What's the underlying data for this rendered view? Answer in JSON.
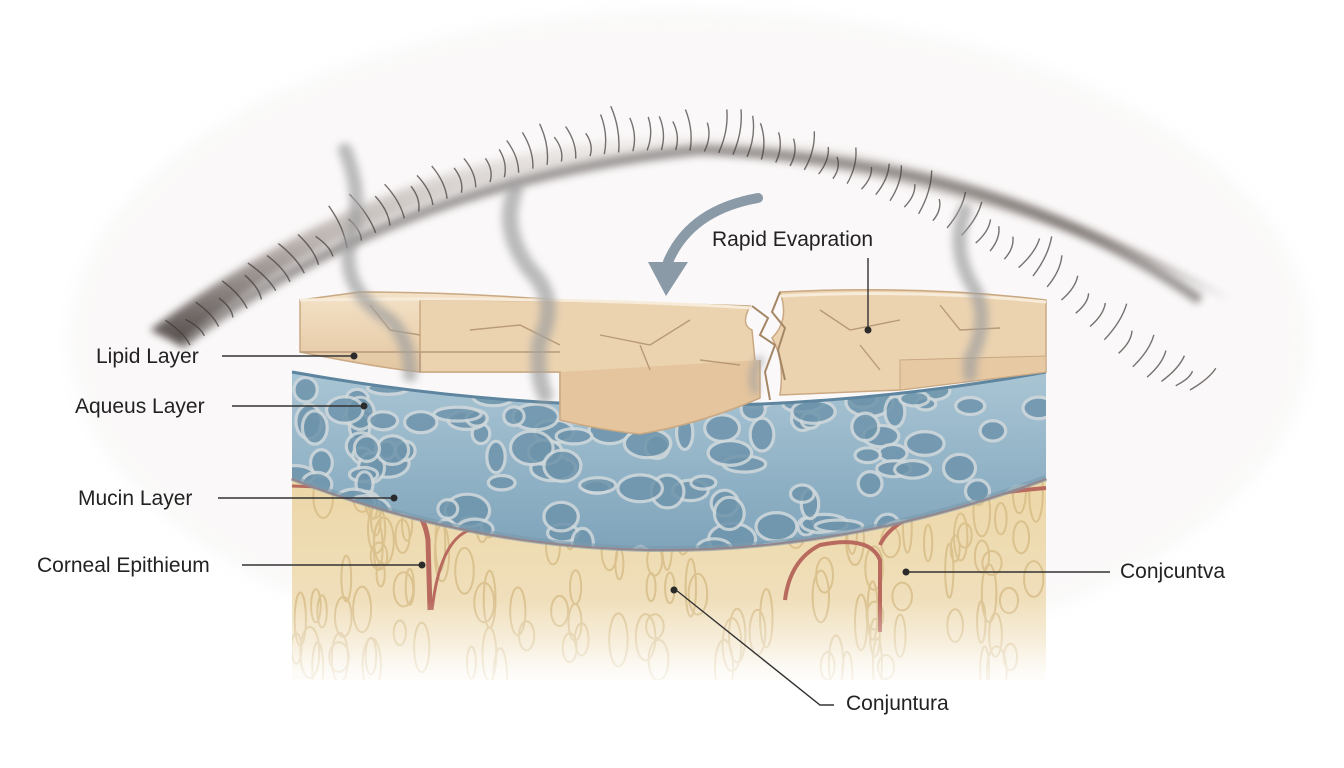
{
  "labels": {
    "lipid_layer": "Lipid Layer",
    "aqueous_layer": "Aqueus Layer",
    "mucin_layer": "Mucin Layer",
    "corneal_epithelium": "Corneal Epithieum",
    "rapid_evaporation": "Rapid Evapration",
    "conjunctiva": "Conjcuntva",
    "conjunctura": "Conjuntura"
  },
  "colors": {
    "lipid": "#ecd3b0",
    "lipid_dark": "#c9a882",
    "aqueous": "#8fb2c6",
    "aqueous_dark": "#5d859f",
    "mucin_network": "#c9d3d6",
    "epithelium": "#ecd6a6",
    "epithelium_cells": "#d8bf8a",
    "membrane": "#b86a5e",
    "eyelid": "#5e5654",
    "arrow": "#8a9aa6",
    "vapor": "#9a9a9a",
    "leader_line": "#333333"
  },
  "icons": [
    "curved-arrow-icon",
    "vapor-icon",
    "eyelash-icon"
  ]
}
